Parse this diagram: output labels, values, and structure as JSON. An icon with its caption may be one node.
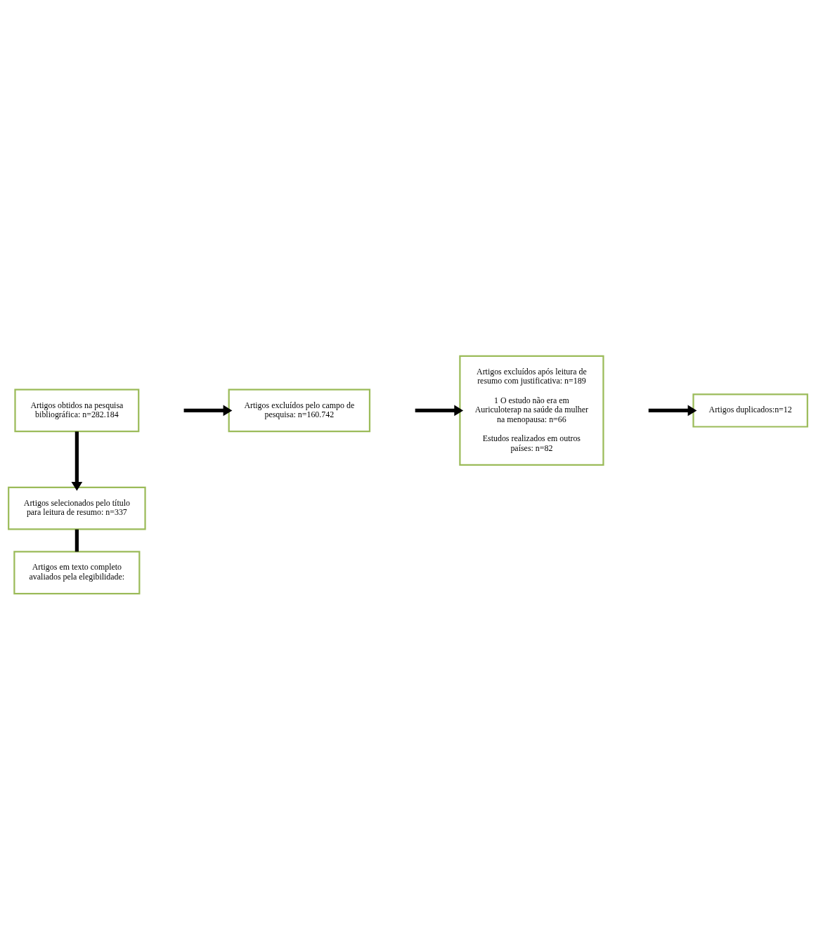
{
  "diagram": {
    "nodes": [
      {
        "text": [
          "Artigos obtidos na pesquisa bibliográfica: n=282.184"
        ]
      },
      {
        "text": [
          "Artigos excluídos pelo campo de pesquisa: n=160.742"
        ]
      },
      {
        "text": [
          "Artigos selecionados pelo título para leitura de resumo: n=337"
        ]
      },
      {
        "text": [
          "Artigos excluídos após leitura de resumo com justificativa: n=189",
          "1 O estudo não era em Auriculoterap na saúde da mulher na menopausa: n=66",
          "Estudos realizados em outros países: n=82"
        ]
      },
      {
        "text": [
          "Artigos duplicados:n=12"
        ]
      },
      {
        "text": [
          "Artigos em texto completo avaliados pela elegibilidade:"
        ]
      }
    ],
    "edges": [
      {
        "from": 0,
        "to": 2,
        "arrow": "to"
      },
      {
        "from": null,
        "to": 1,
        "arrow": "to"
      },
      {
        "from": 2,
        "to": 5,
        "arrow": "none"
      },
      {
        "from": null,
        "to": 3,
        "arrow": "to"
      },
      {
        "from": null,
        "to": 4,
        "arrow": "to"
      }
    ]
  }
}
